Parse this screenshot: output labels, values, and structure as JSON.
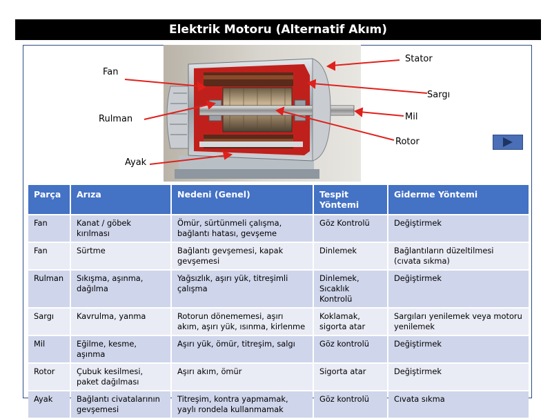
{
  "title": "Elektrik Motoru (Alternatif Akım)",
  "image": {
    "labels": {
      "fan": "Fan",
      "rulman": "Rulman",
      "ayak": "Ayak",
      "stator": "Stator",
      "sargi": "Sargı",
      "mil": "Mil",
      "rotor": "Rotor"
    },
    "arrow_color": "#e0201b"
  },
  "nav": {
    "next_icon": "play-triangle-icon"
  },
  "table": {
    "headers": [
      "Parça",
      "Arıza",
      "Nedeni (Genel)",
      "Tespit Yöntemi",
      "Giderme Yöntemi"
    ],
    "rows": [
      [
        "Fan",
        "Kanat / göbek  kırılması",
        "Ömür, sürtünmeli çalışma, bağlantı hatası, gevşeme",
        "Göz Kontrolü",
        "Değiştirmek"
      ],
      [
        "Fan",
        "Sürtme",
        "Bağlantı gevşemesi, kapak gevşemesi",
        "Dinlemek",
        "Bağlantıların düzeltilmesi (cıvata sıkma)"
      ],
      [
        "Rulman",
        "Sıkışma, aşınma, dağılma",
        "Yağsızlık, aşırı yük, titreşimli çalışma",
        "Dinlemek, Sıcaklık Kontrolü",
        "Değiştirmek"
      ],
      [
        "Sargı",
        "Kavrulma, yanma",
        "Rotorun dönememesi, aşırı akım, aşırı yük, ısınma, kirlenme",
        "Koklamak, sigorta atar",
        "Sargıları yenilemek veya motoru yenilemek"
      ],
      [
        "Mil",
        "Eğilme, kesme, aşınma",
        "Aşırı yük, ömür, titreşim, salgı",
        "Göz kontrolü",
        "Değiştirmek"
      ],
      [
        "Rotor",
        "Çubuk kesilmesi, paket dağılması",
        "Aşırı akım, ömür",
        "Sigorta atar",
        "Değiştirmek"
      ],
      [
        "Ayak",
        "Bağlantı civatalarının gevşemesi",
        "Titreşim, kontra yapmamak, yaylı rondela kullanmamak",
        "Göz kontrolü",
        "Cıvata sıkma"
      ]
    ]
  },
  "colors": {
    "header_bg": "#4472c4",
    "row_odd": "#cfd5ea",
    "row_even": "#e9ebf5",
    "title_bg": "#000000"
  }
}
